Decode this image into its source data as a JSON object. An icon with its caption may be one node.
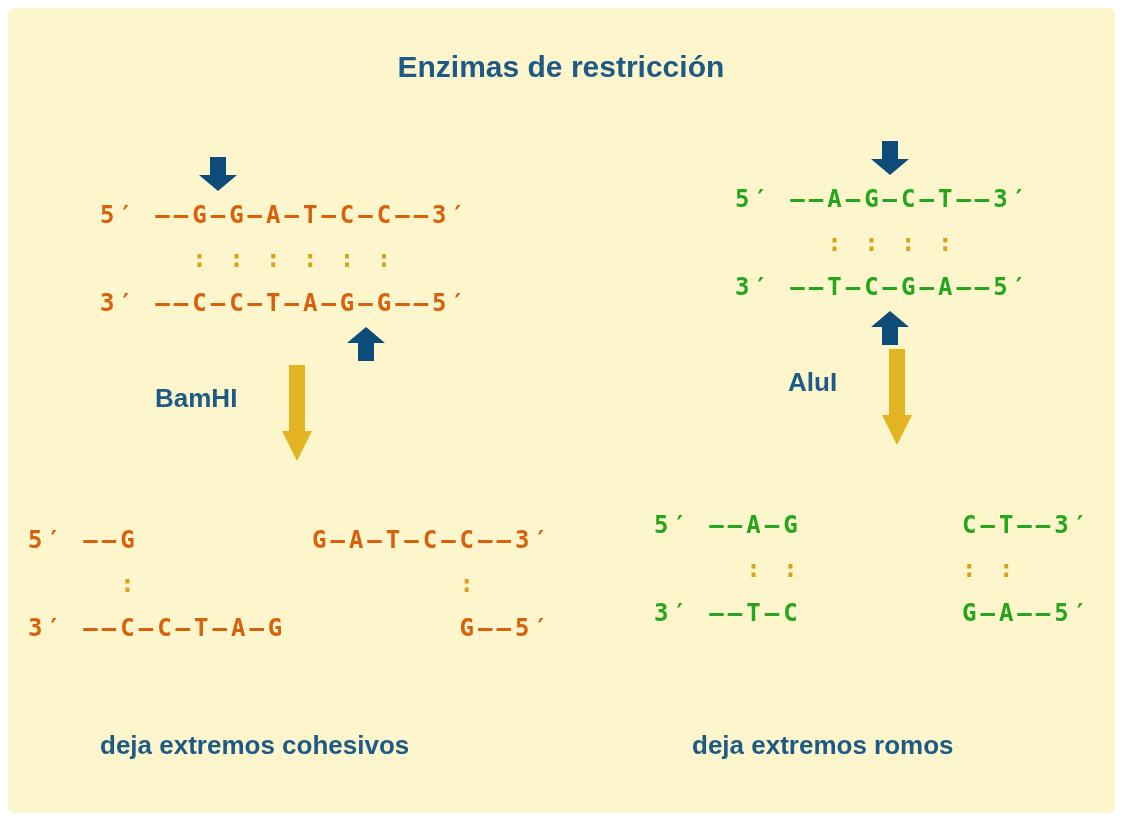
{
  "diagram": {
    "title": "Enzimas de restricción",
    "nodes": [
      {
        "text": [
          "5′ ––G–G–A–T–C–C––3′",
          ": : : : : :",
          "3′ ––C–C–T–A–G–G––5′"
        ]
      },
      {
        "text": [
          "5′ ––G",
          ":",
          "3′ ––C–C–T–A–G"
        ]
      },
      {
        "text": [
          "G–A–T–C–C––3′",
          ":",
          "G––5′"
        ]
      },
      {
        "text": [
          "5′ ––A–G–C–T––3′",
          ": : : :",
          "3′ ––T–C–G–A––5′"
        ]
      },
      {
        "text": [
          "5′ ––A–G",
          ": :",
          "3′ ––T–C"
        ]
      },
      {
        "text": [
          "C–T––3′",
          ": :",
          "G–A––5′"
        ]
      }
    ],
    "edges": [
      {
        "from": 0,
        "to": null,
        "arrow": "to",
        "label": "BamHI"
      },
      {
        "from": 3,
        "to": null,
        "arrow": "to",
        "label": "AluI"
      }
    ],
    "labels": [
      "deja extremos cohesivos",
      "deja extremos romos"
    ]
  }
}
